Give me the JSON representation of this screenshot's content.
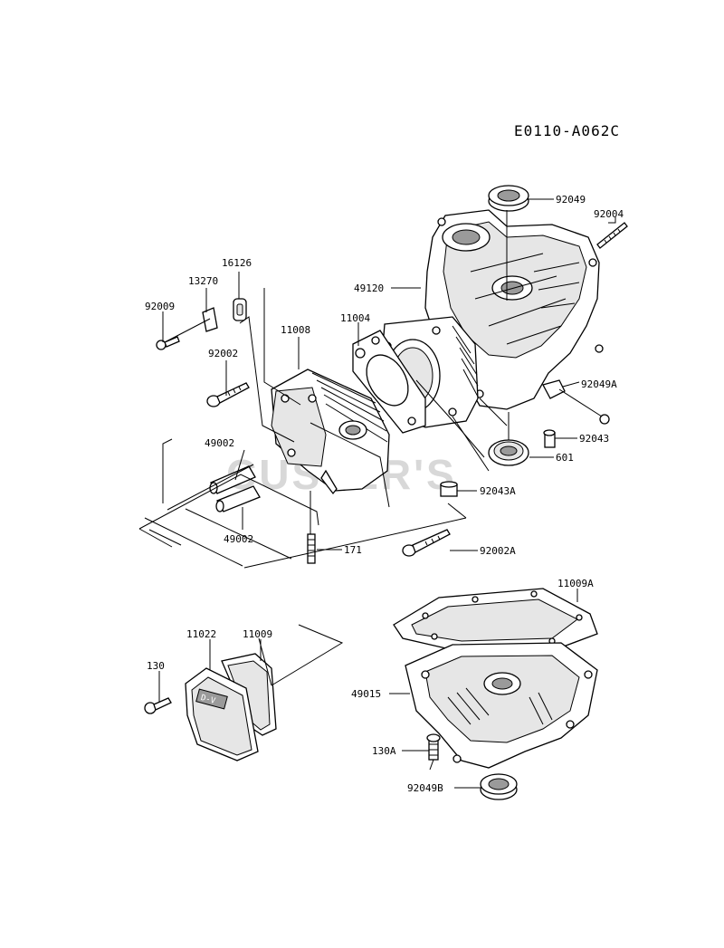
{
  "diagram_code": "E0110-A062C",
  "watermark": "CUSTER'S",
  "cover_badge": "D-V",
  "labels": {
    "p92049": "92049",
    "p92004": "92004",
    "p49120": "49120",
    "p16126": "16126",
    "p13270": "13270",
    "p92009": "92009",
    "p11008": "11008",
    "p11004": "11004",
    "p92002": "92002",
    "p92049A": "92049A",
    "p92043": "92043",
    "p49002a": "49002",
    "p49002b": "49002",
    "p601": "601",
    "p92043A": "92043A",
    "p171": "171",
    "p92002A": "92002A",
    "p11009A": "11009A",
    "p11022": "11022",
    "p11009": "11009",
    "p130": "130",
    "p49015": "49015",
    "p130A": "130A",
    "p92049B": "92049B"
  }
}
